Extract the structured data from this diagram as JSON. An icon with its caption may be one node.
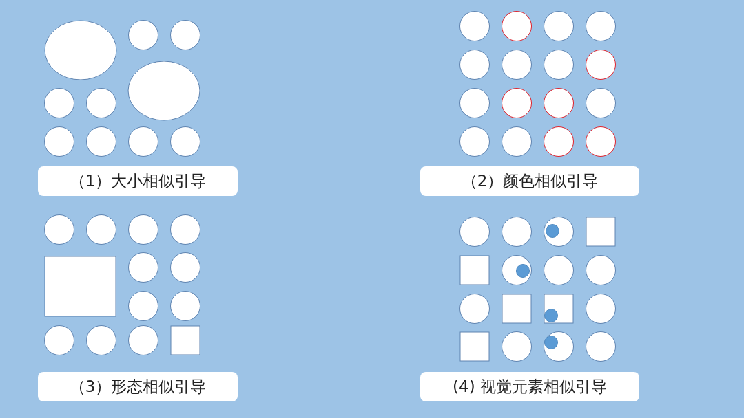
{
  "diagram": {
    "nodes": [
      {
        "text": [
          "（1）大小相似引导"
        ]
      },
      {
        "text": [
          "（2）颜色相似引导"
        ]
      },
      {
        "text": [
          "（3）形态相似引导"
        ]
      },
      {
        "text": [
          "(4) 视觉元素相似引导"
        ]
      }
    ]
  }
}
